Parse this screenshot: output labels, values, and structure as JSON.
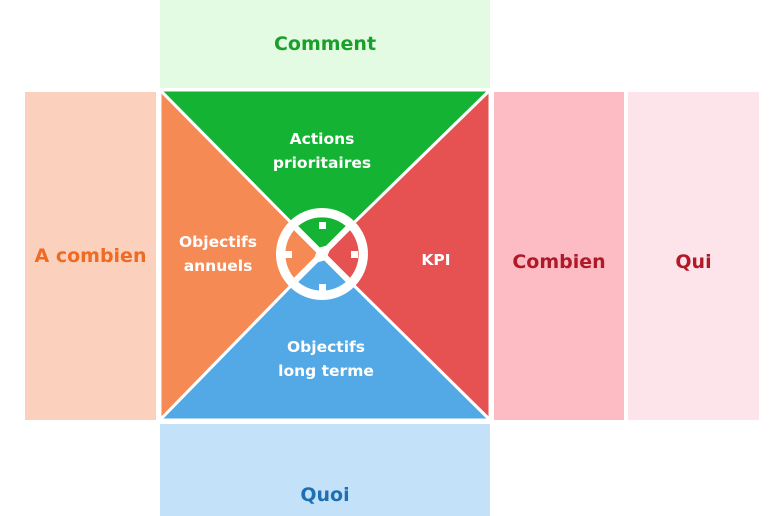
{
  "panels": {
    "top": {
      "label": "Comment",
      "bg": "#e3fbe3",
      "color": "#1aa02a"
    },
    "bottom": {
      "label": "Quoi",
      "bg": "#c3e2fa",
      "color": "#1f6fb2"
    },
    "left": {
      "label": "A combien",
      "bg": "#fbd0bd",
      "color": "#f06a22"
    },
    "right1": {
      "label": "Combien",
      "bg": "#fdbcc4",
      "color": "#b01a28"
    },
    "right2": {
      "label": "Qui",
      "bg": "#fde4ea",
      "color": "#b01a28"
    }
  },
  "quadrants": {
    "top": {
      "line1": "Actions",
      "line2": "prioritaires",
      "color": "#15b334"
    },
    "left": {
      "line1": "Objectifs",
      "line2": "annuels",
      "color": "#f68a55"
    },
    "right": {
      "line1": "KPI",
      "color": "#e65152"
    },
    "bottom": {
      "line1": "Objectifs",
      "line2": "long terme",
      "color": "#53a9e6"
    }
  }
}
